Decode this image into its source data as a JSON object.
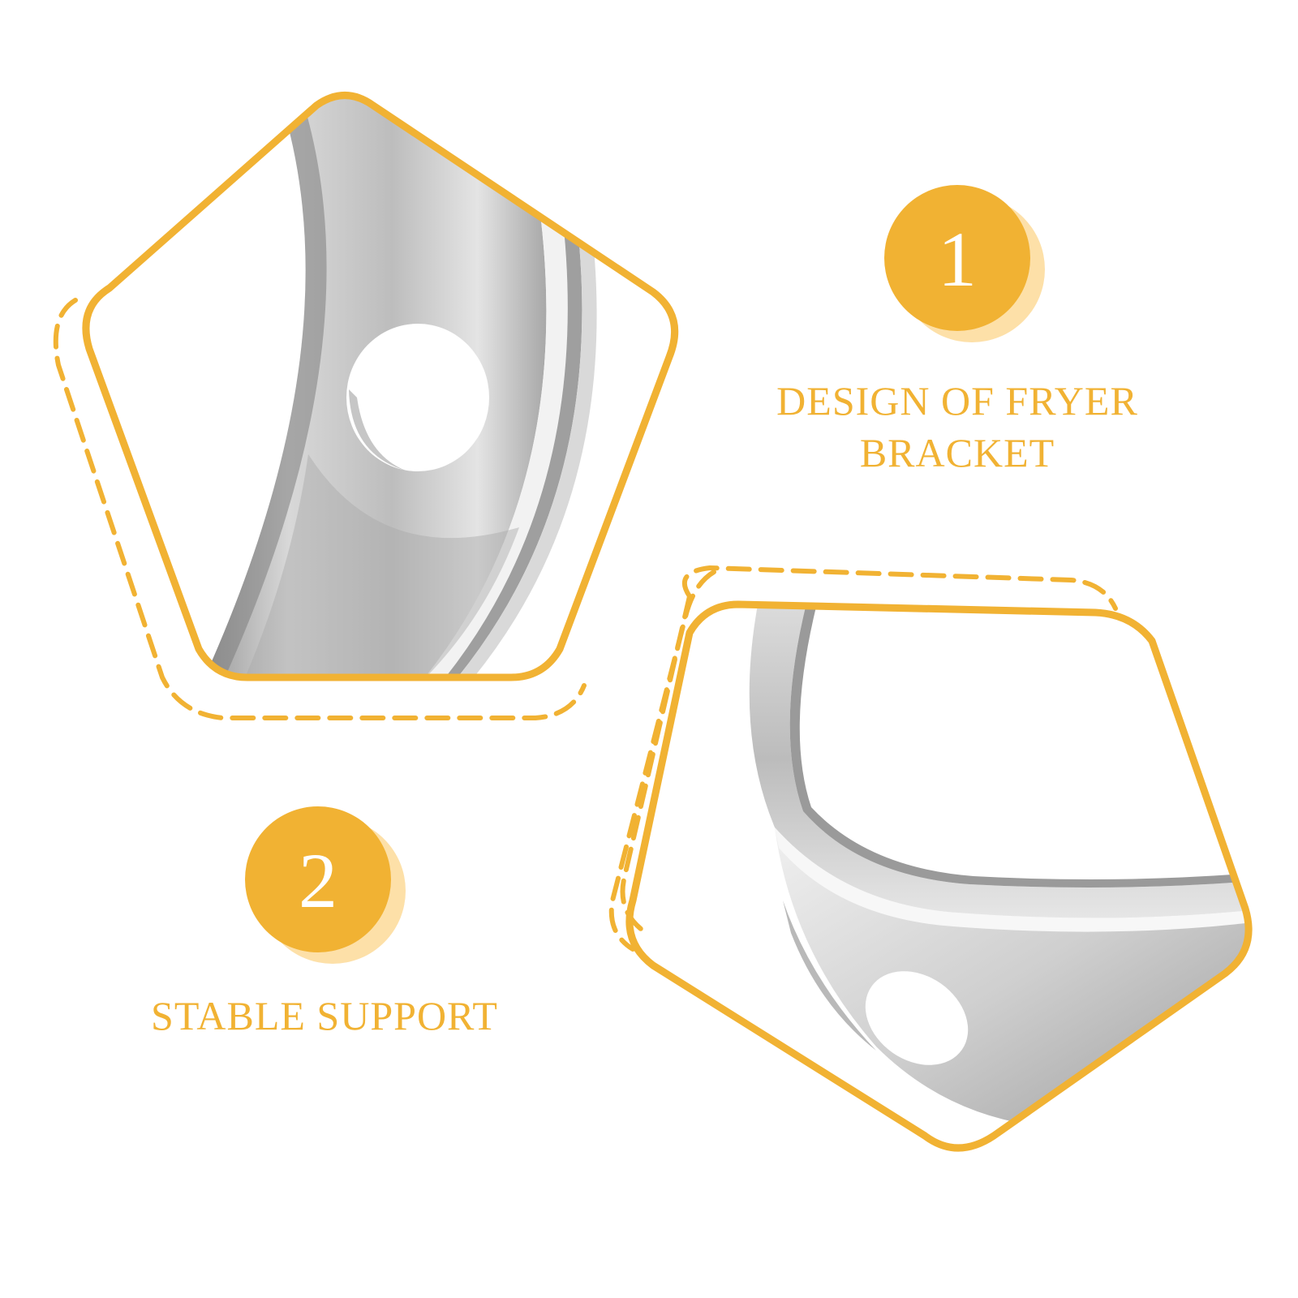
{
  "colors": {
    "accent": "#f1b233",
    "accent_shadow": "#fde0a8",
    "badge_text": "#ffffff",
    "background": "#ffffff",
    "steel_light": "#eeeeee",
    "steel_mid": "#c4c4c4",
    "steel_dark": "#8c8c8c"
  },
  "features": [
    {
      "number": "1",
      "title_lines": [
        "DESIGN OF FRYER",
        "BRACKET"
      ]
    },
    {
      "number": "2",
      "title_lines": [
        "STABLE SUPPORT"
      ]
    }
  ]
}
